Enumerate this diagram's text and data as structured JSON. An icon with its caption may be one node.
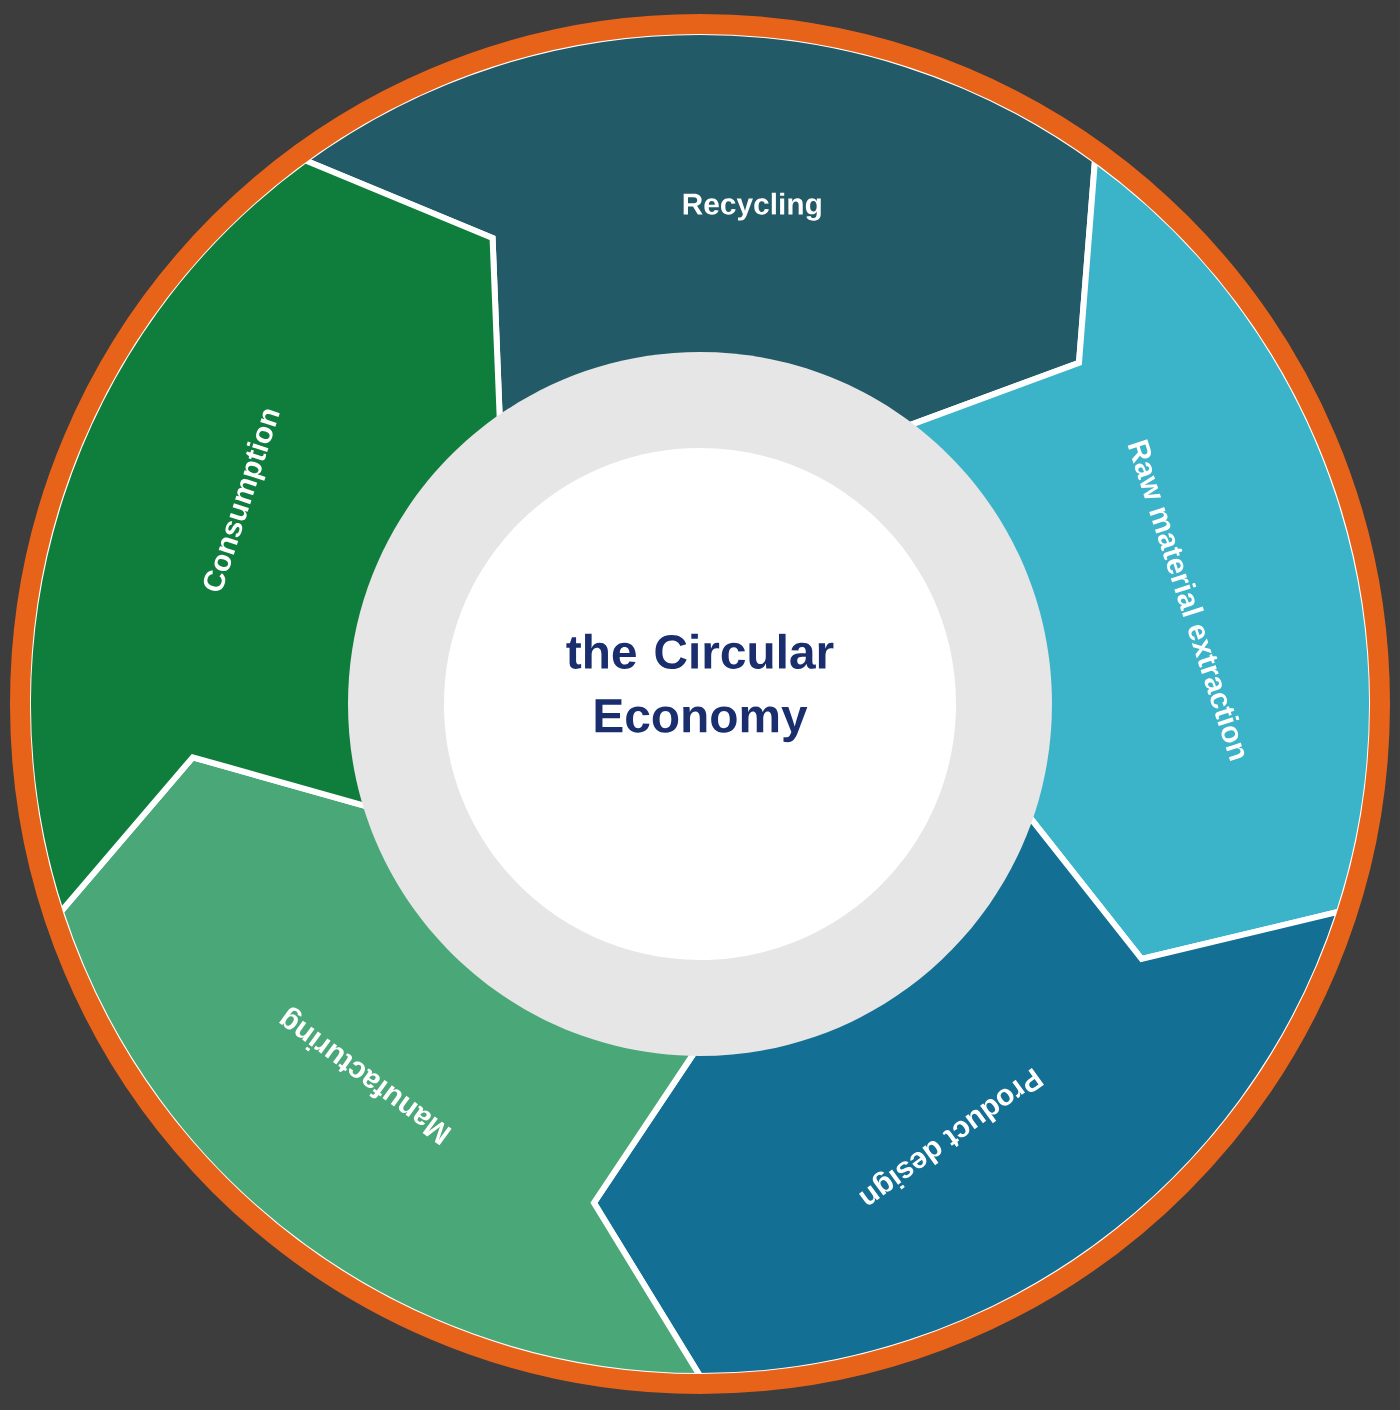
{
  "diagram": {
    "nodes": [
      {
        "text": [
          "the Circular Economy"
        ]
      },
      {
        "text": [
          "Recycling"
        ]
      },
      {
        "text": [
          "Raw material extraction"
        ]
      },
      {
        "text": [
          "Product design"
        ]
      },
      {
        "text": [
          "Manufacturing"
        ]
      },
      {
        "text": [
          "Consumption"
        ]
      }
    ]
  }
}
